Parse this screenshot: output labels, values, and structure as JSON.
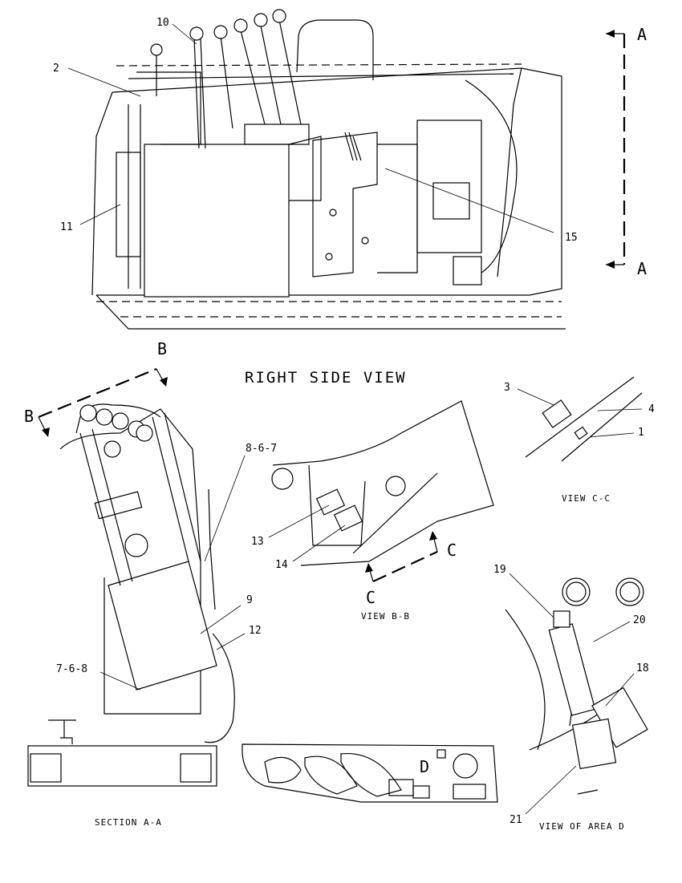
{
  "titles": {
    "right_side_view": "RIGHT SIDE VIEW",
    "section_aa": "SECTION A-A",
    "view_bb": "VIEW B-B",
    "view_cc": "VIEW C-C",
    "view_area_d": "VIEW OF AREA D"
  },
  "section_markers": {
    "a_top": "A",
    "a_bottom": "A",
    "b_top": "B",
    "b_left": "B",
    "c_right": "C",
    "c_left": "C",
    "d_label": "D"
  },
  "callouts": {
    "c1": "1",
    "c2": "2",
    "c3": "3",
    "c4": "4",
    "c9": "9",
    "c10": "10",
    "c11": "11",
    "c12": "12",
    "c13": "13",
    "c14": "14",
    "c15": "15",
    "c18": "18",
    "c19": "19",
    "c20": "20",
    "c21": "21",
    "c867": "8-6-7",
    "c768": "7-6-8"
  }
}
